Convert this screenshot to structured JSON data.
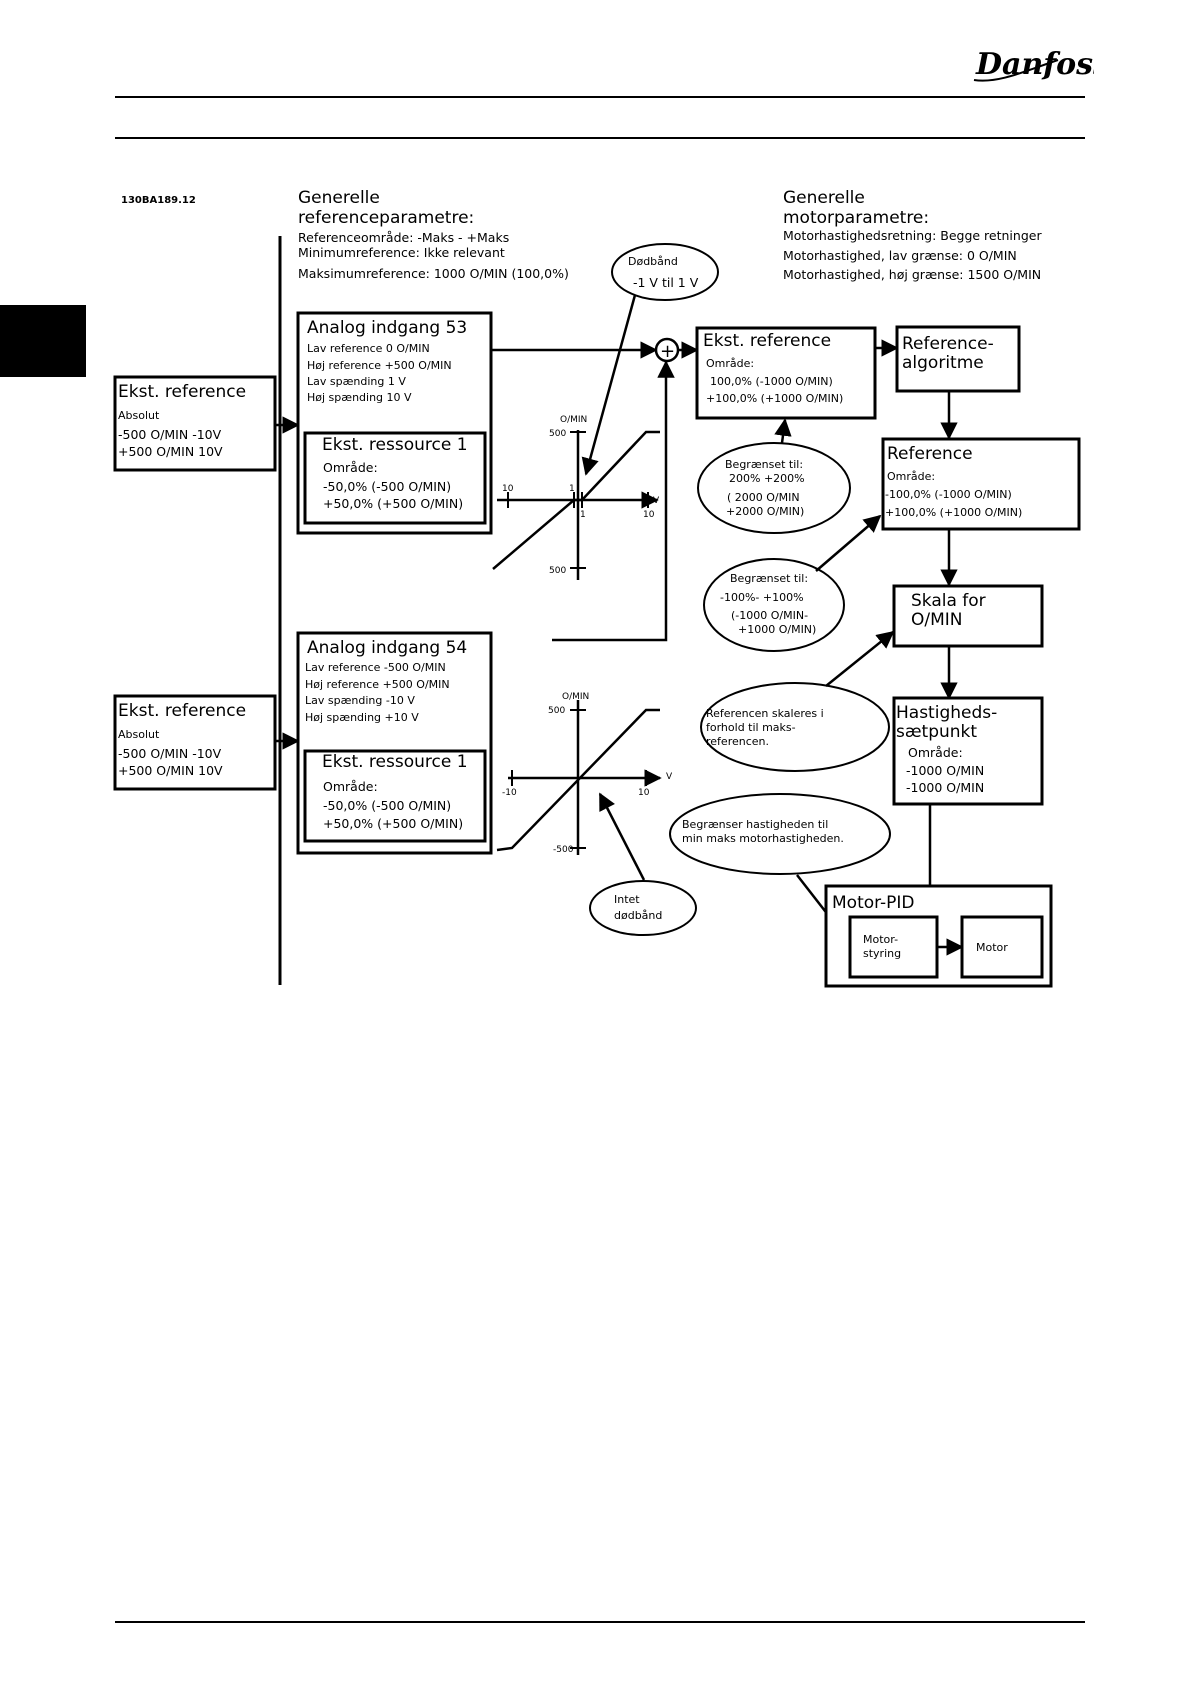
{
  "header": {
    "brand": "Danfoss"
  },
  "figure_code": "130BA189.12",
  "general_ref": {
    "title1": "Generelle",
    "title2": "referenceparametre:",
    "line1": "Referenceområde: -Maks - +Maks",
    "line2": "Minimumreference: Ikke relevant",
    "line3": "Maksimumreference: 1000 O/MIN (100,0%)"
  },
  "general_motor": {
    "title1": "Generelle",
    "title2": "motorparametre:",
    "line1": "Motorhastighedsretning: Begge retninger",
    "line2": "Motorhastighed, lav grænse: 0 O/MIN",
    "line3": "Motorhastighed, høj grænse: 1500 O/MIN"
  },
  "deadband_bubble": {
    "title": "Dødbånd",
    "value": "-1 V til 1 V"
  },
  "ext_ref_1": {
    "title": "Ekst. reference",
    "mode": "Absolut",
    "l1": "-500 O/MIN  -10V",
    "l2": "+500 O/MIN  10V"
  },
  "ext_ref_2": {
    "title": "Ekst. reference",
    "mode": "Absolut",
    "l1": "-500 O/MIN  -10V",
    "l2": "+500 O/MIN  10V"
  },
  "ai53": {
    "title": "Analog indgang 53",
    "l1": "Lav reference 0 O/MIN",
    "l2": "Høj reference +500 O/MIN",
    "l3": "Lav spænding 1 V",
    "l4": "Høj spænding 10 V",
    "res_title": "Ekst. ressource 1",
    "res_l1": "Område:",
    "res_l2": "-50,0% (-500 O/MIN)",
    "res_l3": "+50,0% (+500 O/MIN)"
  },
  "ai54": {
    "title": "Analog indgang 54",
    "l1": "Lav reference -500 O/MIN",
    "l2": "Høj reference +500 O/MIN",
    "l3": "Lav spænding -10 V",
    "l4": "Høj spænding +10 V",
    "res_title": "Ekst. ressource 1",
    "res_l1": "Område:",
    "res_l2": "-50,0% (-500 O/MIN)",
    "res_l3": "+50,0% (+500 O/MIN)"
  },
  "graph1": {
    "ylabel": "O/MIN",
    "ytop": "500",
    "ybot": "500",
    "xleft": "10",
    "xright": "10",
    "xunit": "V",
    "one_a": "1",
    "one_b": "1"
  },
  "graph2": {
    "ylabel": "O/MIN",
    "ytop": "500",
    "ybot": "-500",
    "xleft": "-10",
    "xright": "10",
    "xunit": "V"
  },
  "sum_symbol": "+",
  "ext_ref_box": {
    "title": "Ekst. reference",
    "l1": "Område:",
    "l2": "100,0% (-1000 O/MIN)",
    "l3": "+100,0% (+1000 O/MIN)"
  },
  "limit_bubble_1": {
    "l1": "Begrænset til:",
    "l2": "200%  +200%",
    "l3": "( 2000 O/MIN",
    "l4": "+2000 O/MIN)"
  },
  "ref_algo": {
    "l1": "Reference-",
    "l2": "algoritme"
  },
  "reference_box": {
    "title": "Reference",
    "l1": "Område:",
    "l2": "-100,0% (-1000 O/MIN)",
    "l3": "+100,0% (+1000 O/MIN)"
  },
  "limit_bubble_2": {
    "l1": "Begrænset til:",
    "l2": "-100%- +100%",
    "l3": "(-1000 O/MIN-",
    "l4": "+1000 O/MIN)"
  },
  "scale_box": {
    "l1": "Skala for",
    "l2": "O/MIN"
  },
  "scaled_bubble": {
    "l1": "Referencen skaleres i",
    "l2": "forhold til maks-",
    "l3": "referencen."
  },
  "speed_box": {
    "l1": "Hastigheds-",
    "l2": "sætpunkt",
    "l3": "Område:",
    "l4": "-1000 O/MIN",
    "l5": "-1000 O/MIN"
  },
  "limit_speed_bubble": {
    "l1": "Begrænser hastigheden til",
    "l2": "min maks motorhastigheden."
  },
  "no_deadband_bubble": {
    "l1": "Intet",
    "l2": "dødbånd"
  },
  "motor_pid": {
    "title": "Motor-PID",
    "ctrl_l1": "Motor-",
    "ctrl_l2": "styring",
    "motor": "Motor"
  }
}
